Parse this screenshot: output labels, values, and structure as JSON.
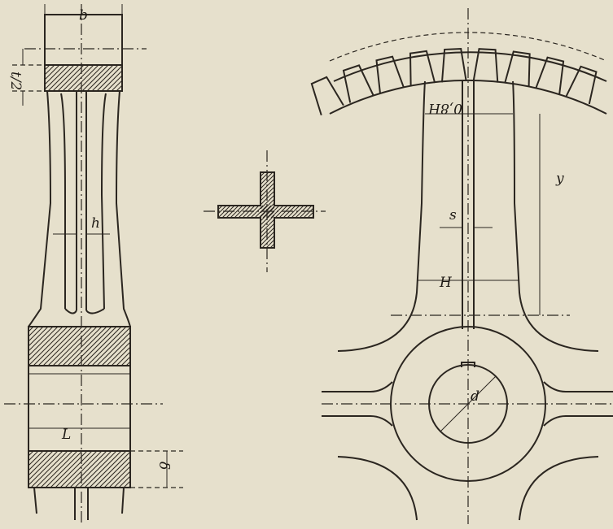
{
  "figure": {
    "labels": {
      "rim_width": "b",
      "rim_half_thickness": "t/2",
      "web_thickness": "h",
      "hub_length": "L",
      "hub_wall": "δ",
      "arm_width_at_rim": "0,8H",
      "arm_length": "y",
      "rib_thickness": "s",
      "arm_width_at_hub": "H",
      "bore_diameter": "d"
    },
    "colors": {
      "paper": "#e6e0cc",
      "ink": "#2b2620"
    }
  }
}
